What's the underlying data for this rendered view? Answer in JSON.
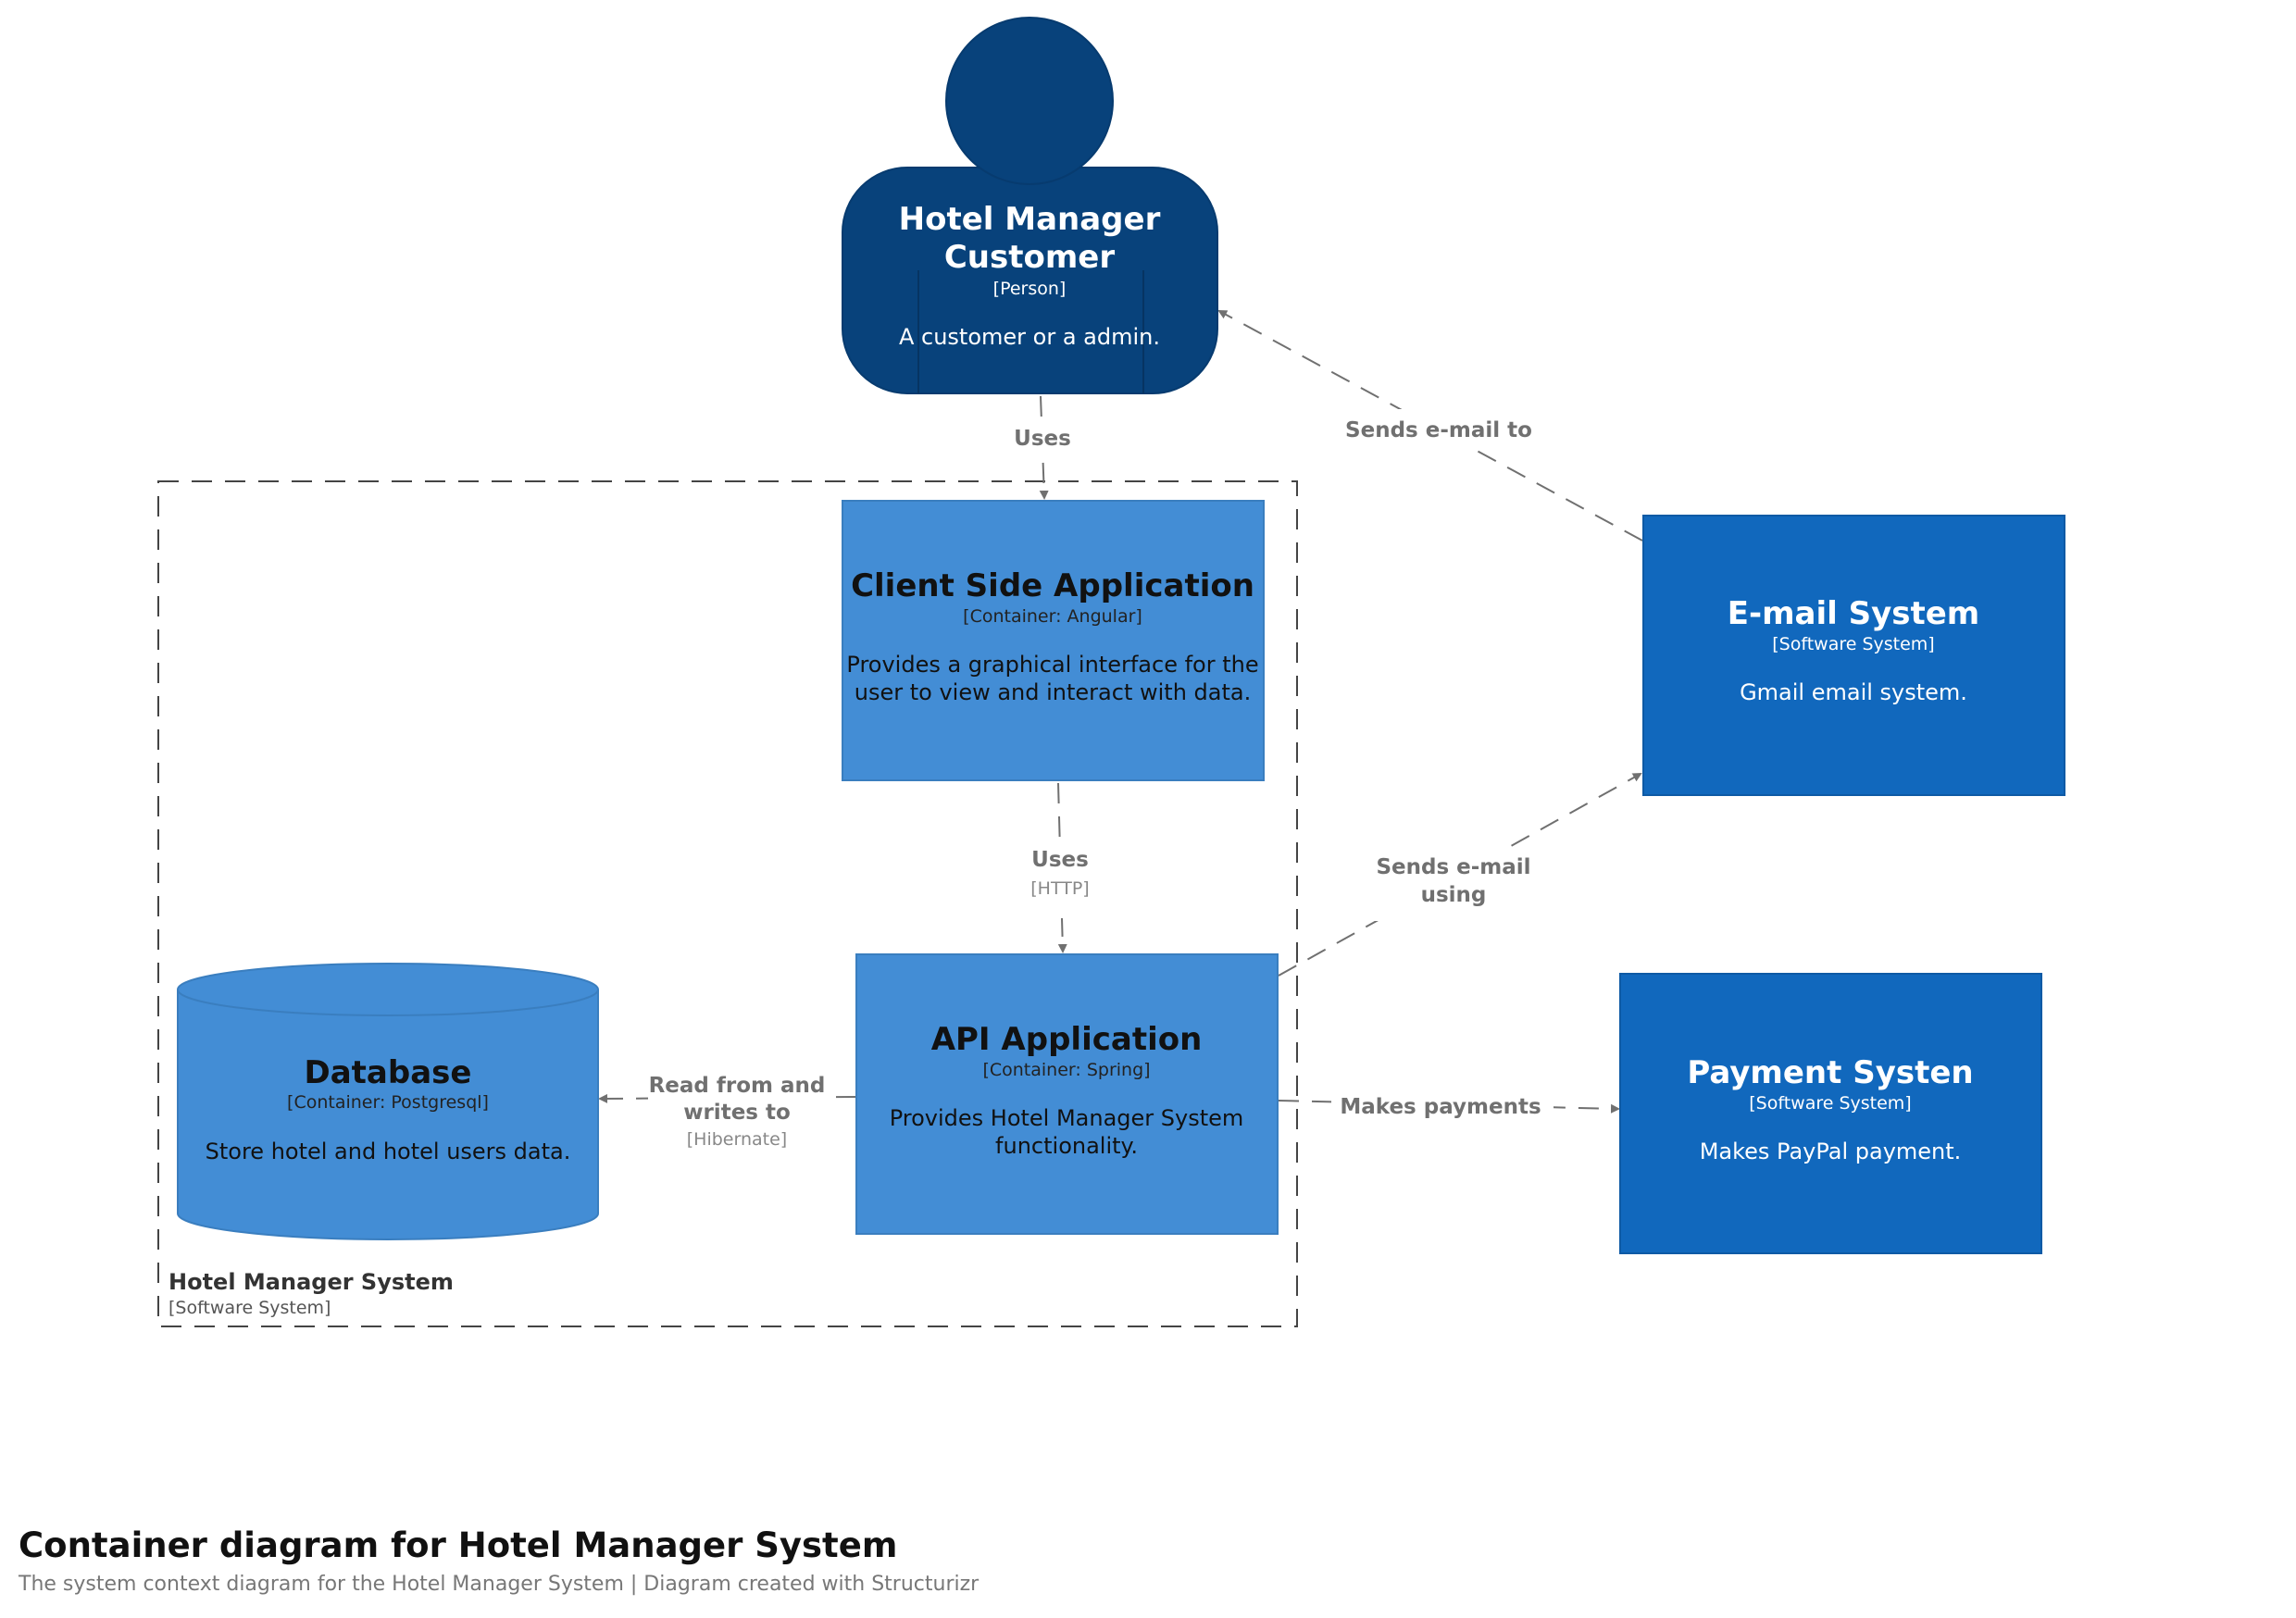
{
  "colors": {
    "person": "#08427b",
    "container": "#438dd5",
    "external_system": "#1168bd",
    "boundary": "#444444",
    "relationship": "#707070",
    "text_on_dark": "#ffffff",
    "text_on_container": "#111111"
  },
  "person": {
    "name_line1": "Hotel Manager",
    "name_line2": "Customer",
    "type": "[Person]",
    "description": "A customer or a admin."
  },
  "boundary": {
    "name": "Hotel Manager System",
    "type": "[Software System]"
  },
  "client_app": {
    "name": "Client Side Application",
    "type": "[Container: Angular]",
    "desc_line1": "Provides a graphical interface for the",
    "desc_line2": "user to view and interact with data."
  },
  "api_app": {
    "name": "API Application",
    "type": "[Container: Spring]",
    "desc_line1": "Provides Hotel Manager System",
    "desc_line2": "functionality."
  },
  "database": {
    "name": "Database",
    "type": "[Container: Postgresql]",
    "description": "Store hotel and hotel users data."
  },
  "email_system": {
    "name": "E-mail System",
    "type": "[Software System]",
    "description": "Gmail email system."
  },
  "payment_system": {
    "name": "Payment Systen",
    "type": "[Software System]",
    "description": "Makes PayPal payment."
  },
  "relationships": {
    "person_to_client": {
      "label": "Uses"
    },
    "client_to_api": {
      "label": "Uses",
      "technology": "[HTTP]"
    },
    "api_to_db": {
      "label_line1": "Read from and",
      "label_line2": "writes to",
      "technology": "[Hibernate]"
    },
    "api_to_email": {
      "label_line1": "Sends e-mail",
      "label_line2": "using"
    },
    "email_to_person": {
      "label": "Sends e-mail to"
    },
    "api_to_payment": {
      "label": "Makes payments"
    }
  },
  "footer": {
    "title": "Container diagram for Hotel Manager System",
    "subtitle": "The system context diagram for the Hotel Manager System | Diagram created with Structurizr"
  }
}
